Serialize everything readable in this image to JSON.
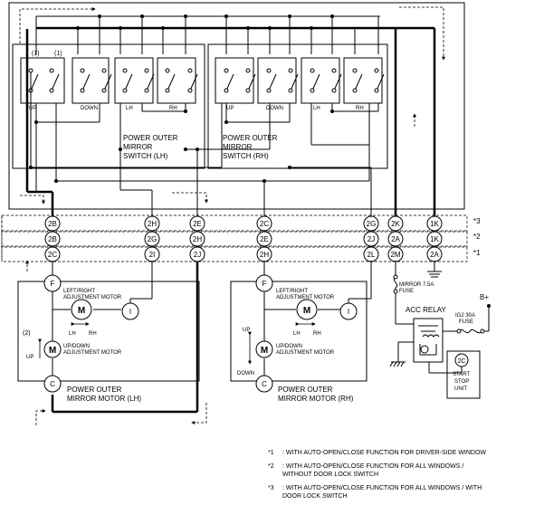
{
  "switches": {
    "lh": {
      "title_lines": [
        "POWER OUTER",
        "MIRROR",
        "SWITCH  (LH)"
      ],
      "labels": [
        "UP",
        "DOWN",
        "LH",
        "RH"
      ],
      "marks": [
        "(1)",
        "(1)"
      ]
    },
    "rh": {
      "title_lines": [
        "POWER OUTER",
        "MIRROR",
        "SWITCH (RH)"
      ],
      "labels": [
        "UP",
        "DOWN",
        "LH",
        "RH"
      ]
    }
  },
  "connectors": {
    "row1": [
      "2B",
      "2H",
      "2E",
      "2C",
      "2G",
      "2K",
      "1K"
    ],
    "row2": [
      "2B",
      "2G",
      "2H",
      "2E",
      "2J",
      "2A",
      "1K"
    ],
    "row3": [
      "2C",
      "2I",
      "2J",
      "2H",
      "2L",
      "2M",
      "2A"
    ]
  },
  "row_marks": [
    "*3",
    "*2",
    "*1"
  ],
  "motor_lh": {
    "terminals": [
      "F",
      "I",
      "C",
      "M",
      "M"
    ],
    "lr_lines": [
      "LEFT/RIGHT",
      "ADJUSTMENT MOTOR"
    ],
    "ud_lines": [
      "UP/DOWN",
      "ADJUSTMENT MOTOR"
    ],
    "dir_lh": "LH",
    "dir_rh": "RH",
    "up": "UP",
    "mark": "(2)",
    "title_lines": [
      "POWER OUTER",
      "MIRROR MOTOR (LH)"
    ]
  },
  "motor_rh": {
    "terminals": [
      "F",
      "I",
      "C",
      "M",
      "M"
    ],
    "lr_lines": [
      "LEFT/RIGHT",
      "ADJUSTMENT MOTOR"
    ],
    "ud_lines": [
      "UP/DOWN",
      "ADJUSTMENT MOTOR"
    ],
    "dir_lh": "LH",
    "dir_rh": "RH",
    "up": "UP",
    "down": "DOWN",
    "title_lines": [
      "POWER OUTER",
      "MIRROR MOTOR (RH)"
    ]
  },
  "power": {
    "fuse_lines": [
      "MIRROR 7.5A",
      "FUSE"
    ],
    "ig2_lines": [
      "IG2 30A",
      "FUSE"
    ],
    "bplus": "B+",
    "relay": "ACC RELAY",
    "unit_terminal": "2C",
    "unit_lines": [
      "START",
      "STOP",
      "UNIT"
    ]
  },
  "notes": [
    {
      "key": "*1",
      "lines": [
        ": WITH AUTO-OPEN/CLOSE FUNCTION FOR DRIVER-SIDE WINDOW"
      ]
    },
    {
      "key": "*2",
      "lines": [
        ": WITH AUTO-OPEN/CLOSE FUNCTION FOR ALL WINDOWS /",
        "WITHOUT DOOR LOCK SWITCH"
      ]
    },
    {
      "key": "*3",
      "lines": [
        ": WITH AUTO-OPEN/CLOSE FUNCTION FOR ALL WINDOWS / WITH",
        "DOOR LOCK SWITCH"
      ]
    }
  ]
}
